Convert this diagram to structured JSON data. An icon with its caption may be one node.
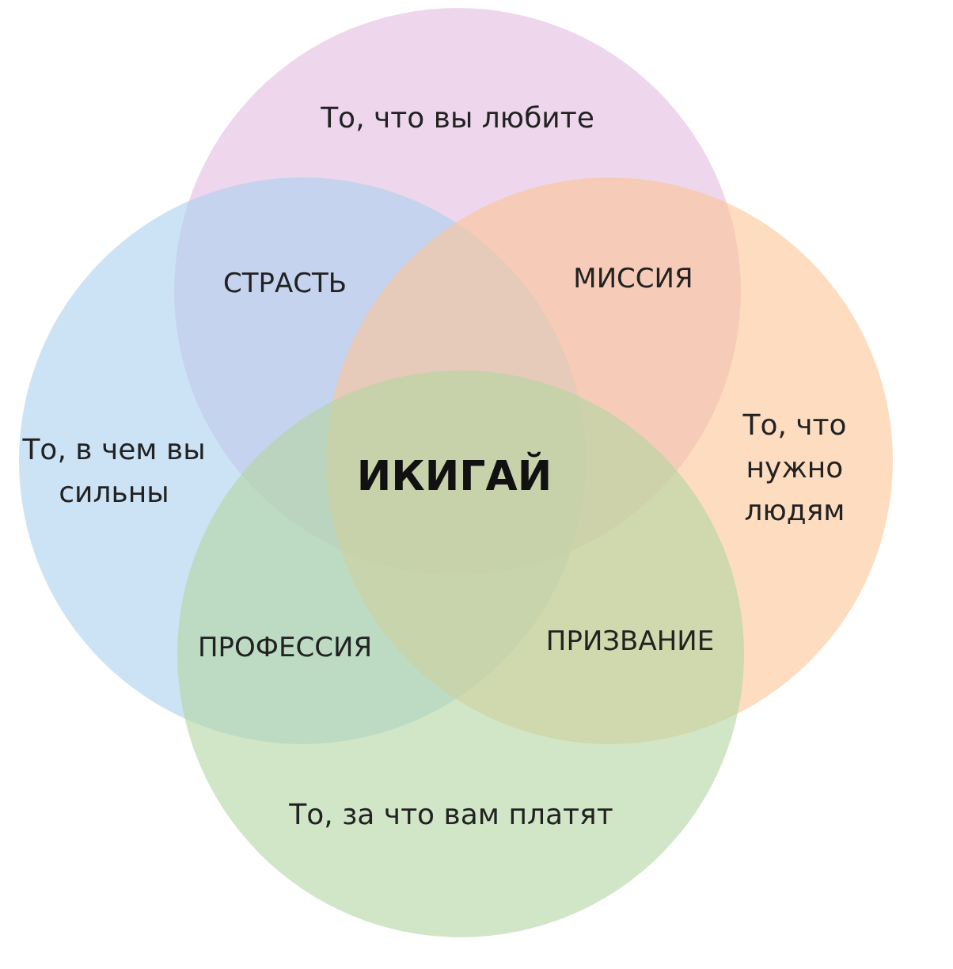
{
  "diagram": {
    "nodes": [
      {
        "text": [
          "То, что вы любите"
        ]
      },
      {
        "text": [
          "То, в чем вы сильны"
        ]
      },
      {
        "text": [
          "То, что нужно людям"
        ]
      },
      {
        "text": [
          "То, за что вам платят"
        ]
      }
    ],
    "labels": [
      "СТРАСТЬ",
      "МИССИЯ",
      "ИКИГАЙ",
      "ПРОФЕССИЯ",
      "ПРИЗВАНИЕ"
    ]
  }
}
